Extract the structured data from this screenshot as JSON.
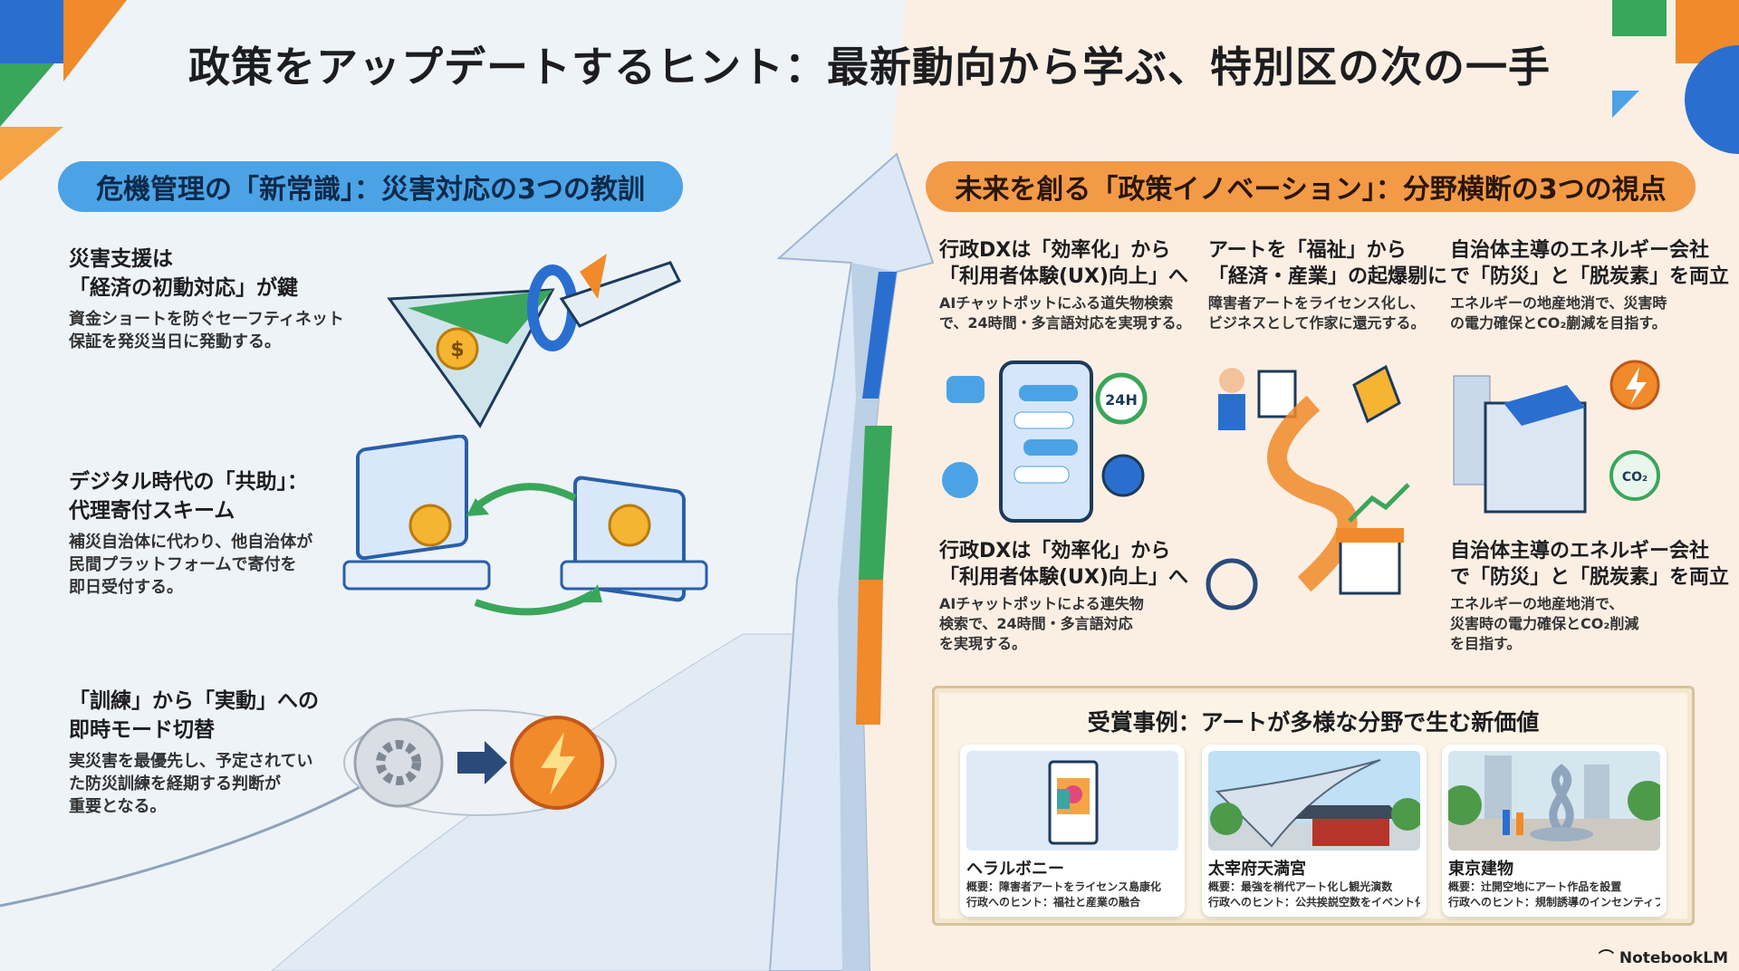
{
  "title": "政策をアップデートするヒント：最新動向から学ぶ、特別区の次の一手",
  "left_section": {
    "heading": "危機管理の「新常識」：災害対応の3つの教訓",
    "items": [
      {
        "title_line1": "災害支援は",
        "title_line2": "「経済の初動対応」が鍵",
        "desc_line1": "資金ショートを防ぐセーフティネット",
        "desc_line2": "保証を発災当日に発動する。",
        "desc_line3": ""
      },
      {
        "title_line1": "デジタル時代の「共助」：",
        "title_line2": "代理寄付スキーム",
        "desc_line1": "補災自治体に代わり、他自治体が",
        "desc_line2": "民間プラットフォームで寄付を",
        "desc_line3": "即日受付する。"
      },
      {
        "title_line1": "「訓練」から「実動」への",
        "title_line2": "即時モード切替",
        "desc_line1": "実災害を最優先し、予定されてい",
        "desc_line2": "た防災訓練を経期する判断が",
        "desc_line3": "重要となる。"
      }
    ]
  },
  "right_section": {
    "heading": "未来を創る「政策イノベーション」：分野横断の3つの視点",
    "columns_top": [
      {
        "title_line1": "行政DXは「効率化」から",
        "title_line2": "「利用者体験(UX)向上」へ",
        "desc_line1": "AIチャットポットにふる道失物検索",
        "desc_line2": "で、24時間・多言語対応を実現する。"
      },
      {
        "title_line1": "アートを「福祉」から",
        "title_line2": "「経済・産業」の起爆剔に",
        "desc_line1": "障害者アートをライセンス化し、",
        "desc_line2": "ビジネスとして作家に還元する。"
      },
      {
        "title_line1": "自治体主導のエネルギー会社",
        "title_line2": "で「防災」と「脱炭素」を両立",
        "desc_line1": "エネルギーの地産地消で、災害時",
        "desc_line2": "の電力確保とCO₂蒯減を目指す。"
      }
    ],
    "columns_bottom": [
      {
        "title_line1": "行政DXは「効率化」から",
        "title_line2": "「利用者体験(UX)向上」へ",
        "desc_line1": "AIチャットポットによる連失物",
        "desc_line2": "検索で、24時間・多言語対応",
        "desc_line3": "を実現する。"
      },
      {
        "title_line1": "自治体主導のエネルギー会社",
        "title_line2": "で「防災」と「脱炭素」を両立",
        "desc_line1": "エネルギーの地産地消で、",
        "desc_line2": "災害時の電力確保とCO₂削減",
        "desc_line3": "を目指す。"
      }
    ],
    "icon_labels": {
      "clock": "24H",
      "co2": "CO₂"
    }
  },
  "awards": {
    "heading": "受賞事例：アートが多様な分野で生む新価値",
    "cards": [
      {
        "name": "ヘラルボニー",
        "summary": "概要：障害者アートをライセンス島康化",
        "hint": "行政へのヒント：福社と産業の融合"
      },
      {
        "name": "太宰府天満宮",
        "summary": "概要：最強を梢代アート化し観光演数",
        "hint": "行政へのヒント：公共挨説空数をイベント化"
      },
      {
        "name": "東京建物",
        "summary": "概要：辻開空地にアート作品を設置",
        "hint": "行政へのヒント：規制誘導のインセンティブに"
      }
    ]
  },
  "brand": "NotebookLM",
  "colors": {
    "blue": "#4ba3e6",
    "orange": "#f39a47",
    "green": "#3aa65b",
    "bg_left": "#eef3f8",
    "bg_right": "#fbefe4"
  }
}
